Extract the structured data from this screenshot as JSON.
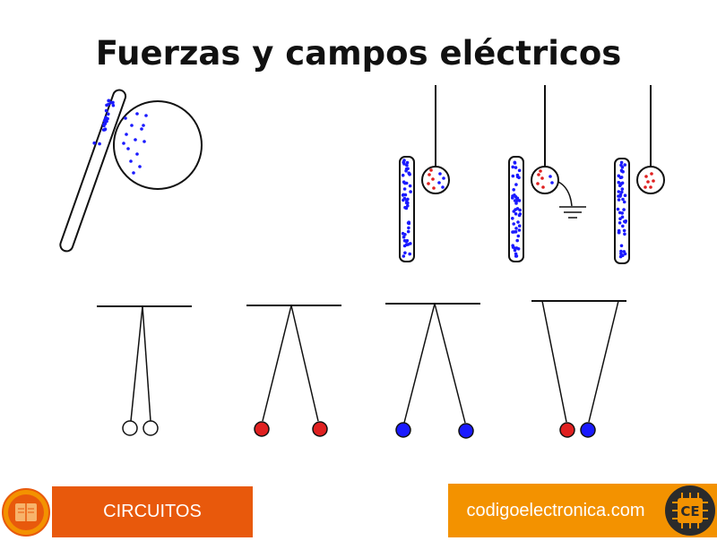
{
  "title": "Fuerzas y campos eléctricos",
  "footer": {
    "left_label": "CIRCUITOS",
    "right_label": "codigoelectronica.com",
    "logo_left": "book-logo",
    "logo_right": "chip-logo",
    "logo_right_text": "CE"
  },
  "colors": {
    "negative_charge": "#1a1aff",
    "positive_charge": "#e02020",
    "left_bar": "#e8590c",
    "right_bar": "#f39200",
    "line": "#111111"
  }
}
